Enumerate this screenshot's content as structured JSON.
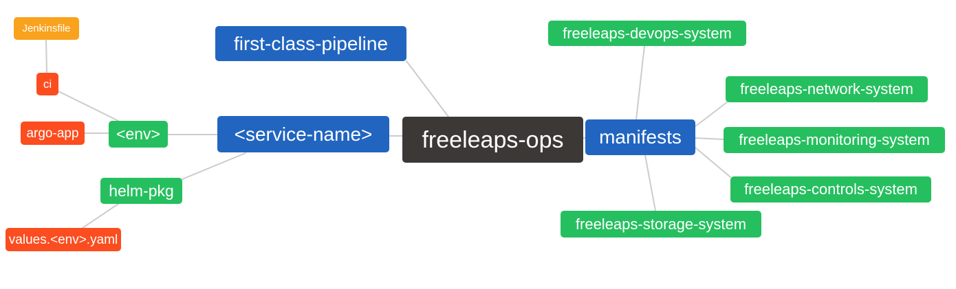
{
  "diagram": {
    "type": "mindmap",
    "background": "#ffffff",
    "palette": {
      "root": "#3B3836",
      "branch": "#2165C0",
      "leaf_green": "#26BF5F",
      "leaf_red": "#FB4D1F",
      "leaf_amber": "#F9A21D",
      "edge": "#CCCCCC",
      "text": "#FFFFFF"
    },
    "nodes": [
      {
        "id": "jenkinsfile",
        "label": "Jenkinsfile",
        "color": "#F9A21D"
      },
      {
        "id": "ci",
        "label": "ci",
        "color": "#FB4D1F"
      },
      {
        "id": "argo-app",
        "label": "argo-app",
        "color": "#FB4D1F"
      },
      {
        "id": "env",
        "label": "<env>",
        "color": "#26BF5F"
      },
      {
        "id": "helm-pkg",
        "label": "helm-pkg",
        "color": "#26BF5F"
      },
      {
        "id": "values-env-yaml",
        "label": "values.<env>.yaml",
        "color": "#FB4D1F"
      },
      {
        "id": "first-class-pipeline",
        "label": "first-class-pipeline",
        "color": "#2165C0"
      },
      {
        "id": "service-name",
        "label": "<service-name>",
        "color": "#2165C0"
      },
      {
        "id": "freeleaps-ops",
        "label": "freeleaps-ops",
        "color": "#3B3836"
      },
      {
        "id": "manifests",
        "label": "manifests",
        "color": "#2165C0"
      },
      {
        "id": "freeleaps-devops-system",
        "label": "freeleaps-devops-system",
        "color": "#26BF5F"
      },
      {
        "id": "freeleaps-network-system",
        "label": "freeleaps-network-system",
        "color": "#26BF5F"
      },
      {
        "id": "freeleaps-monitoring-system",
        "label": "freeleaps-monitoring-system",
        "color": "#26BF5F"
      },
      {
        "id": "freeleaps-controls-system",
        "label": "freeleaps-controls-system",
        "color": "#26BF5F"
      },
      {
        "id": "freeleaps-storage-system",
        "label": "freeleaps-storage-system",
        "color": "#26BF5F"
      }
    ],
    "edges": [
      {
        "from": "jenkinsfile",
        "to": "ci"
      },
      {
        "from": "ci",
        "to": "env"
      },
      {
        "from": "argo-app",
        "to": "env"
      },
      {
        "from": "env",
        "to": "service-name"
      },
      {
        "from": "helm-pkg",
        "to": "service-name"
      },
      {
        "from": "helm-pkg",
        "to": "values-env-yaml"
      },
      {
        "from": "service-name",
        "to": "freeleaps-ops"
      },
      {
        "from": "first-class-pipeline",
        "to": "freeleaps-ops"
      },
      {
        "from": "freeleaps-ops",
        "to": "manifests"
      },
      {
        "from": "manifests",
        "to": "freeleaps-devops-system"
      },
      {
        "from": "manifests",
        "to": "freeleaps-network-system"
      },
      {
        "from": "manifests",
        "to": "freeleaps-monitoring-system"
      },
      {
        "from": "manifests",
        "to": "freeleaps-controls-system"
      },
      {
        "from": "manifests",
        "to": "freeleaps-storage-system"
      }
    ]
  }
}
